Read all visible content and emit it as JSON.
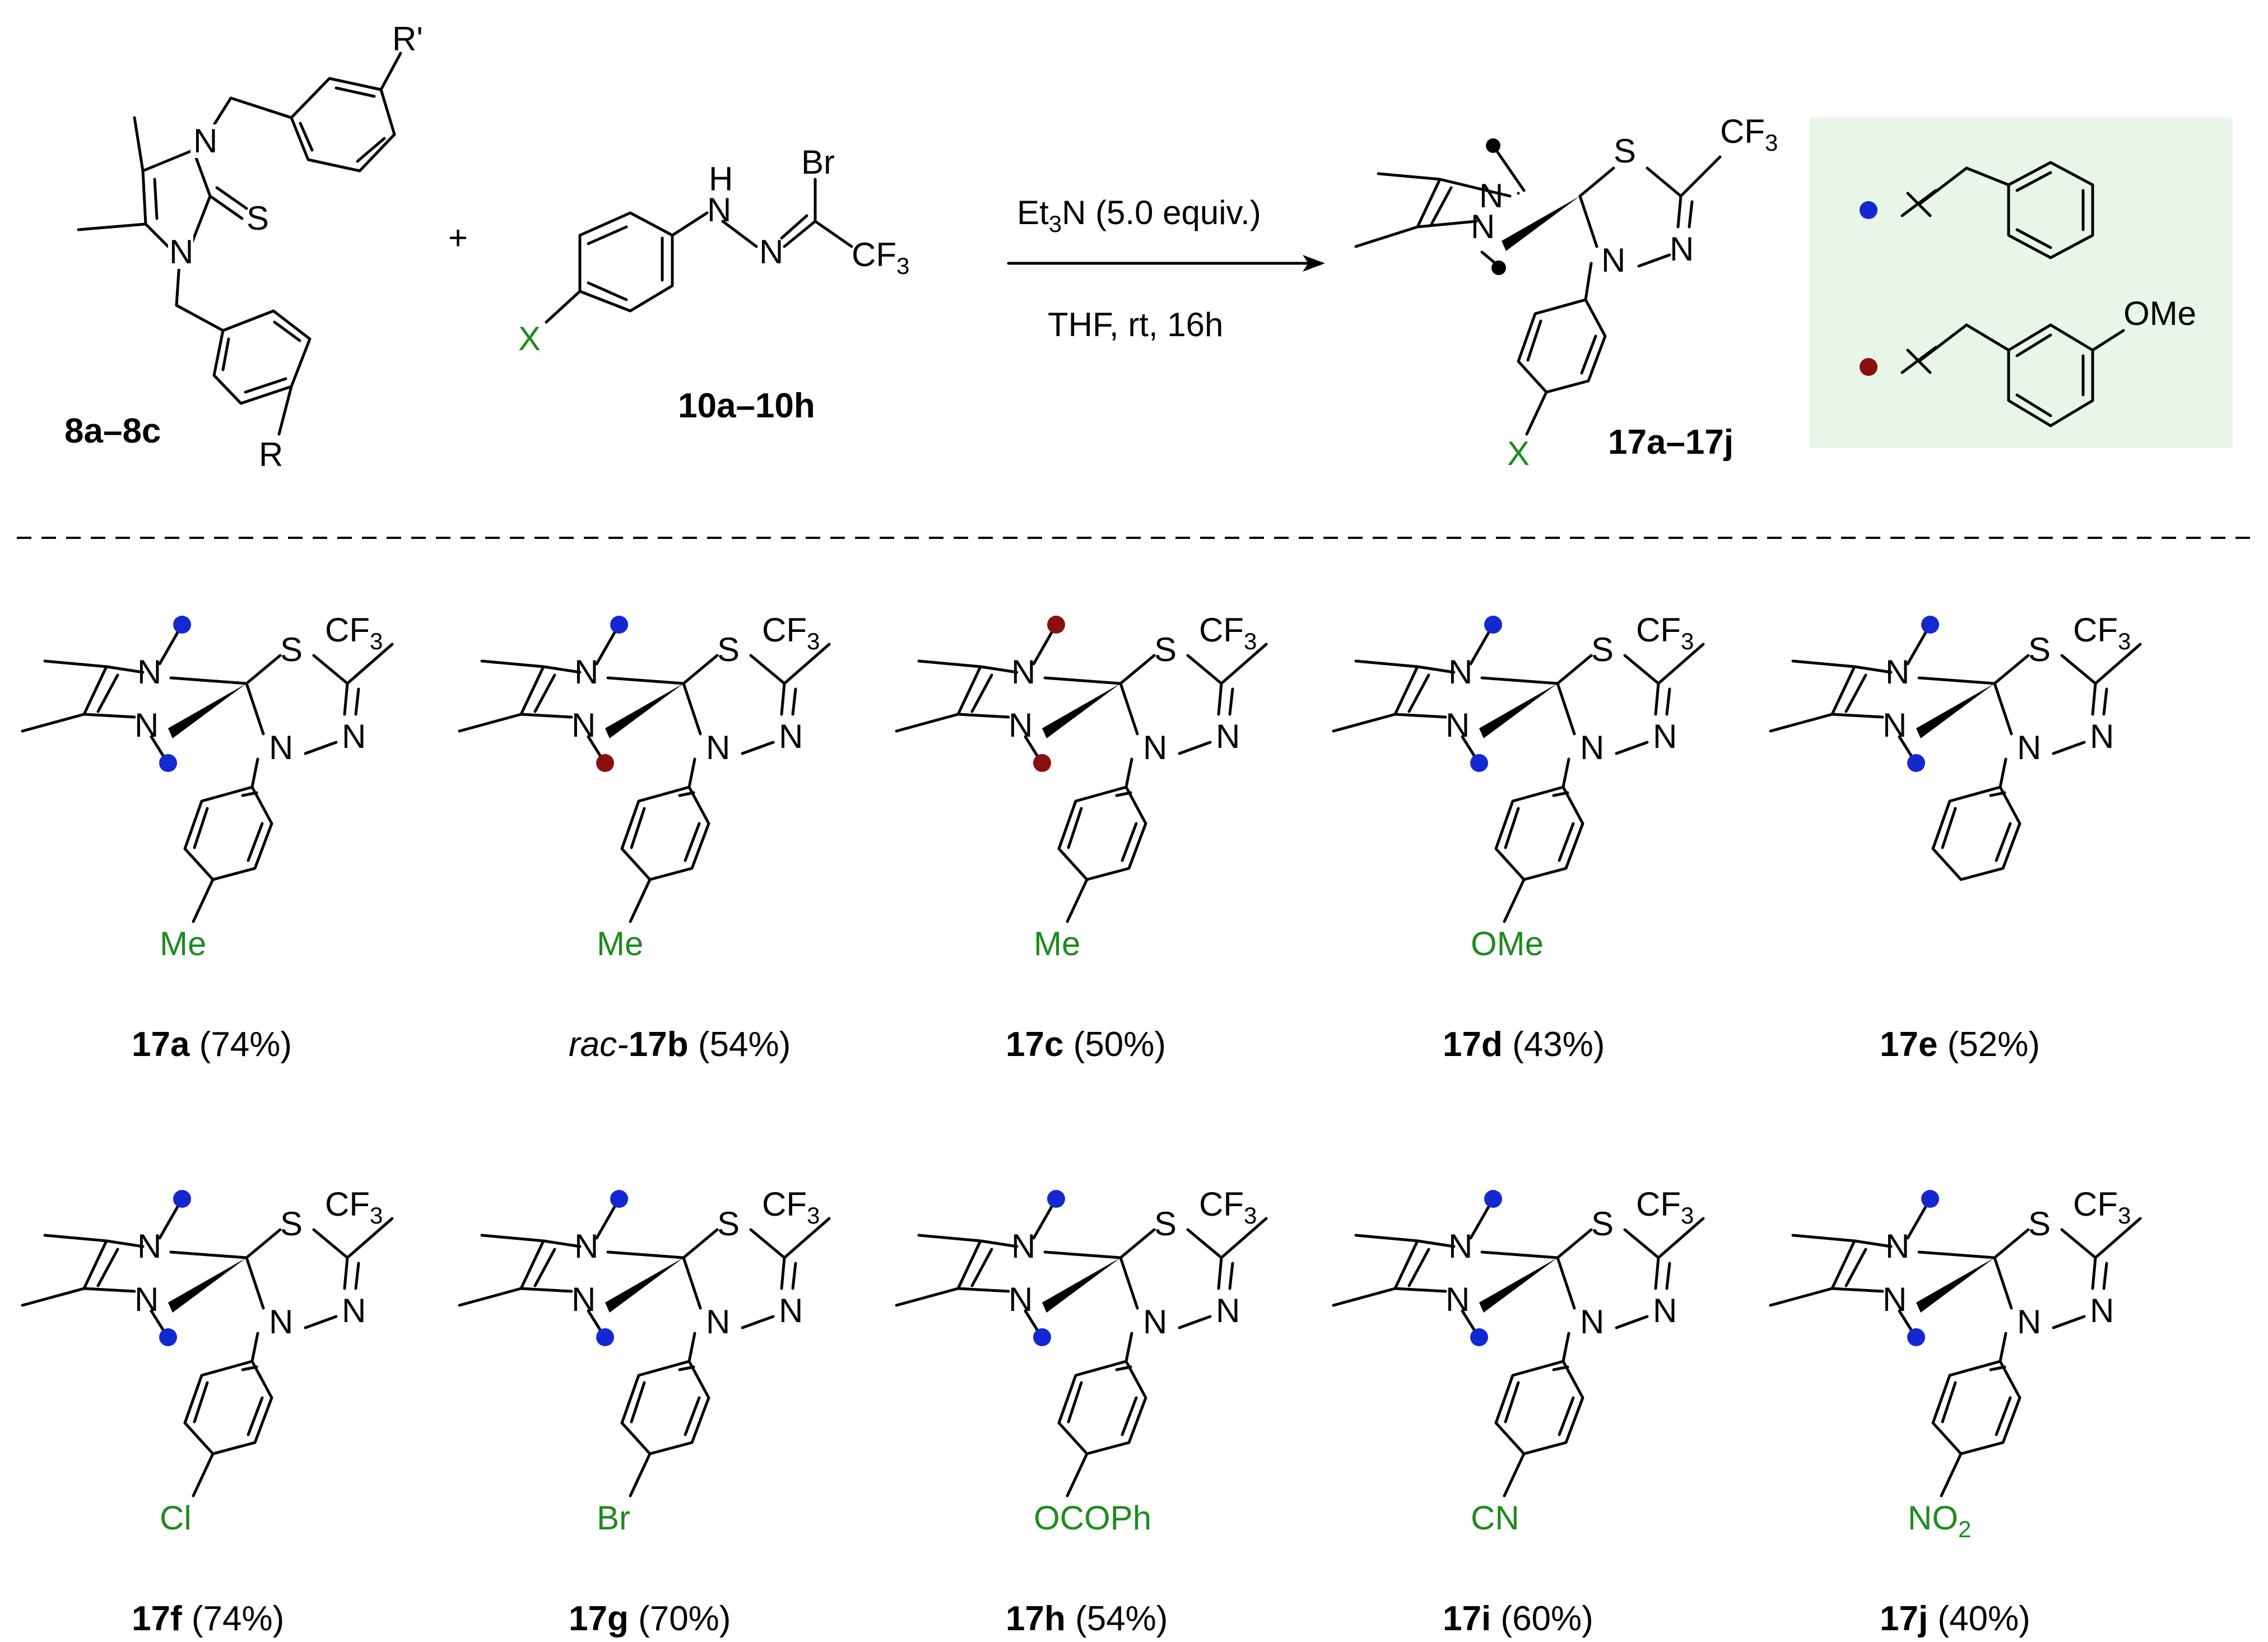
{
  "reagents": {
    "reactant1_label": "8a–8c",
    "reactant2_label": "10a–10h",
    "plus": "+",
    "product_label": "17a–17j",
    "conditions_top_pre": "Et",
    "conditions_top_sub": "3",
    "conditions_top_post": "N (5.0 equiv.)",
    "conditions_bottom": "THF,  rt,  16h",
    "r_label": "R",
    "r_prime_label": "R'",
    "x_label": "X"
  },
  "legend": {
    "background": "#e8f5e9",
    "blue_dot": "#1428d2",
    "red_dot": "#8b0f0f",
    "ome_label": "OMe"
  },
  "products": [
    {
      "id": "17a",
      "prefix": "",
      "yield": "(74%)",
      "x_main": "Me",
      "x_sub": "",
      "sub_dots": "blue"
    },
    {
      "id": "17b",
      "prefix": "rac-",
      "yield": "(54%)",
      "x_main": "Me",
      "x_sub": "",
      "sub_dots": "mixed"
    },
    {
      "id": "17c",
      "prefix": "",
      "yield": "(50%)",
      "x_main": "Me",
      "x_sub": "",
      "sub_dots": "red"
    },
    {
      "id": "17d",
      "prefix": "",
      "yield": "(43%)",
      "x_main": "OMe",
      "x_sub": "",
      "sub_dots": "blue"
    },
    {
      "id": "17e",
      "prefix": "",
      "yield": "(52%)",
      "x_main": "",
      "x_sub": "",
      "sub_dots": "blue"
    },
    {
      "id": "17f",
      "prefix": "",
      "yield": "(74%)",
      "x_main": "Cl",
      "x_sub": "",
      "sub_dots": "blue"
    },
    {
      "id": "17g",
      "prefix": "",
      "yield": "(70%)",
      "x_main": "Br",
      "x_sub": "",
      "sub_dots": "blue"
    },
    {
      "id": "17h",
      "prefix": "",
      "yield": "(54%)",
      "x_main": "OCOPh",
      "x_sub": "",
      "sub_dots": "blue"
    },
    {
      "id": "17i",
      "prefix": "",
      "yield": "(60%)",
      "x_main": "CN",
      "x_sub": "",
      "sub_dots": "blue"
    },
    {
      "id": "17j",
      "prefix": "",
      "yield": "(40%)",
      "x_main": "NO",
      "x_sub": "2",
      "sub_dots": "blue"
    }
  ],
  "atoms": {
    "N": "N",
    "S": "S",
    "Br": "Br",
    "H": "H",
    "CF": "CF",
    "three": "3"
  }
}
